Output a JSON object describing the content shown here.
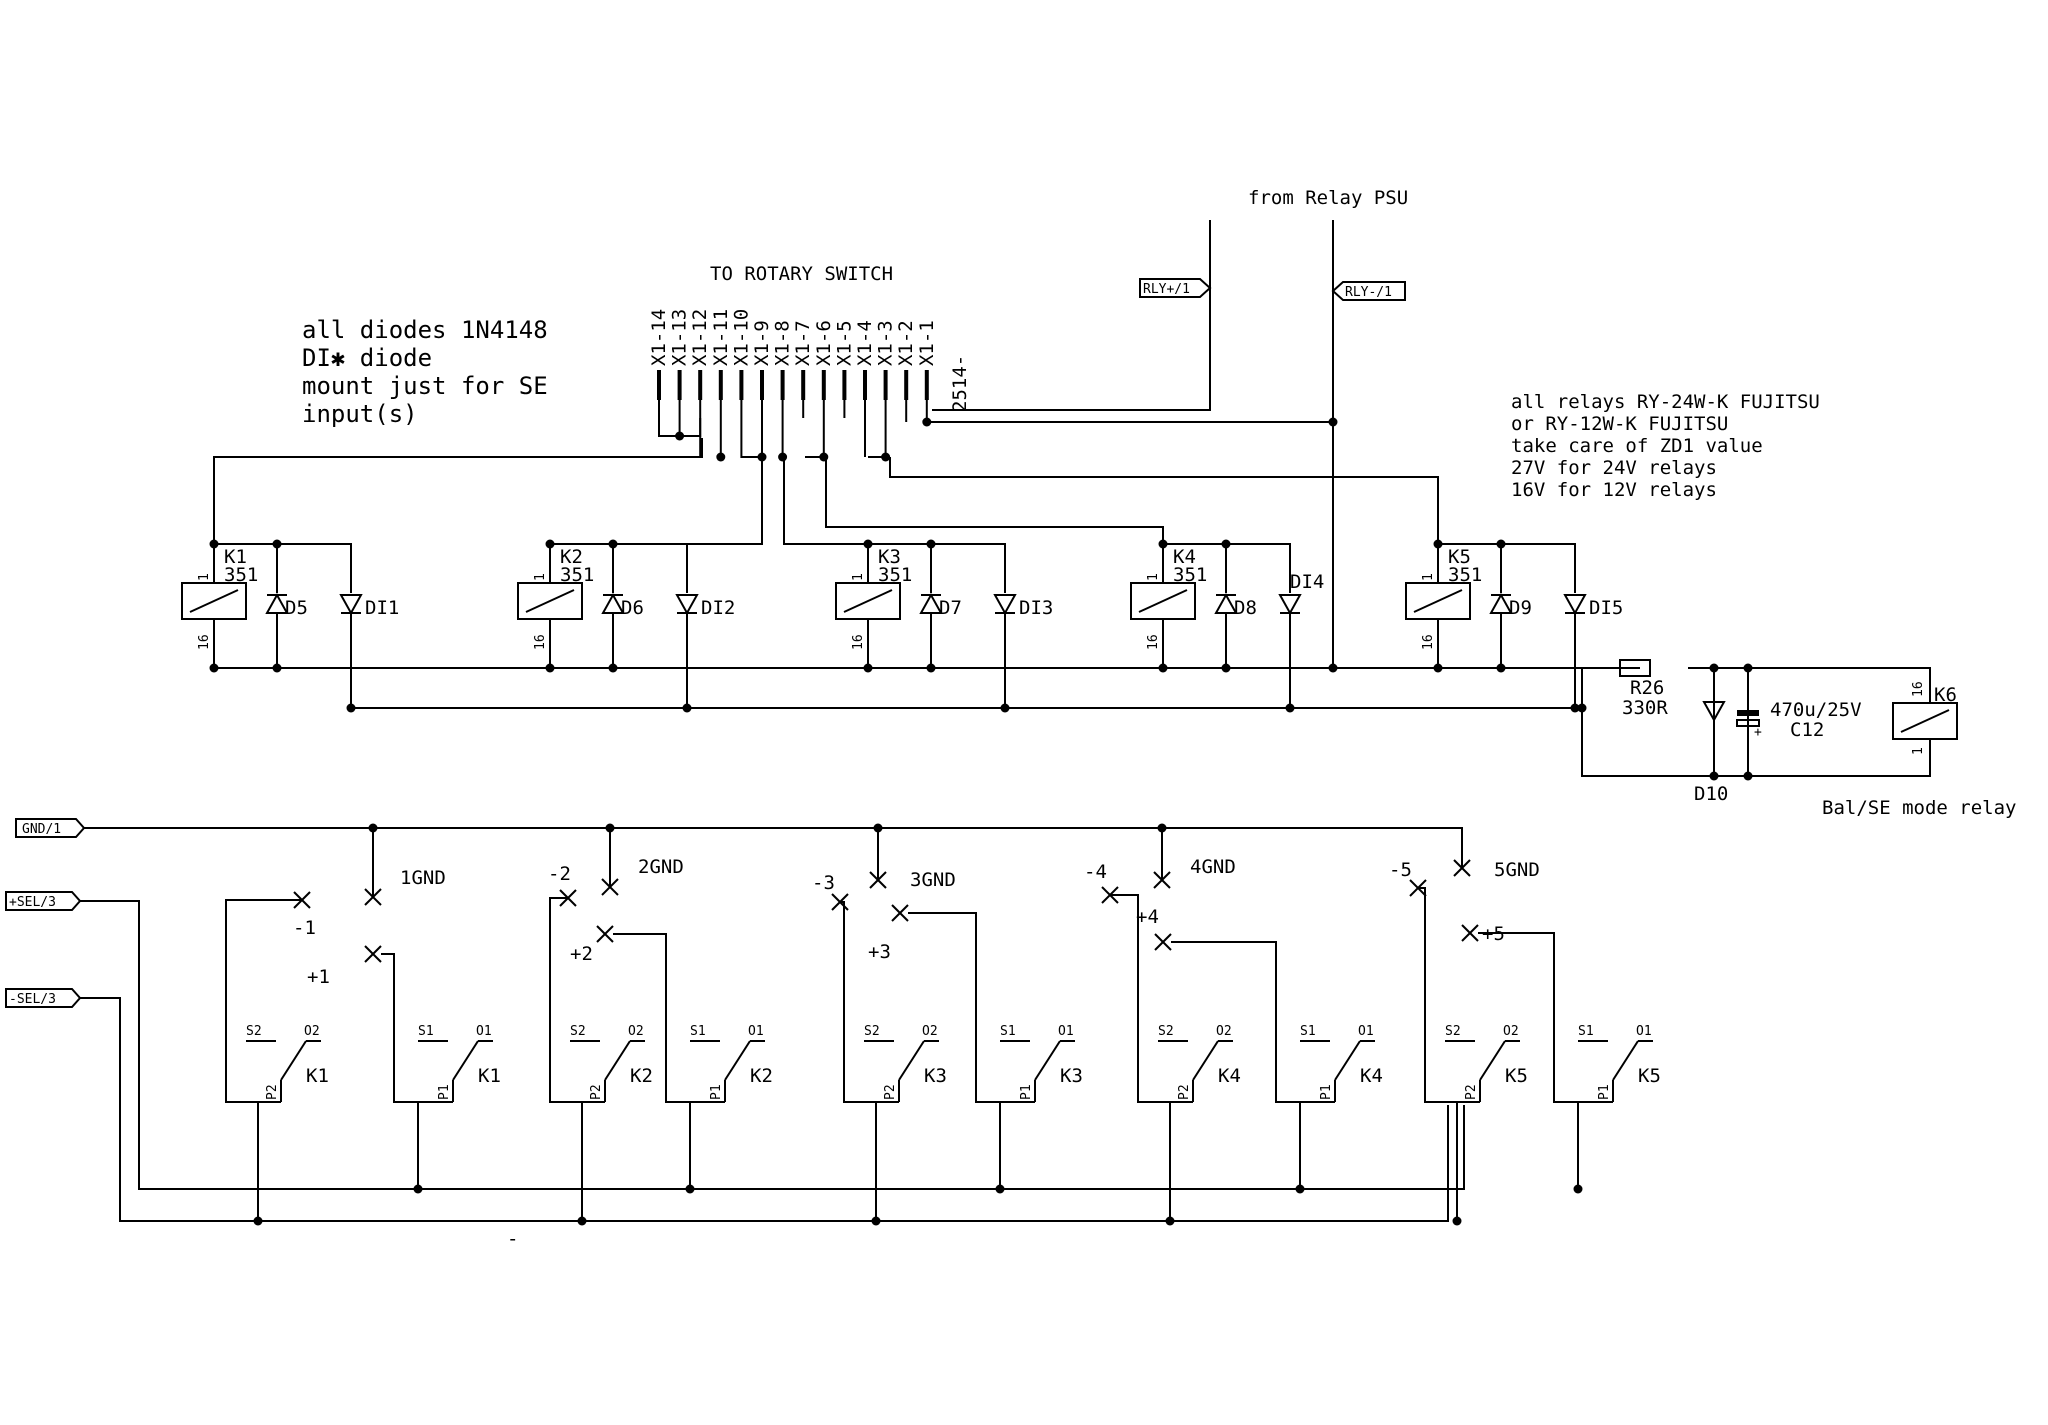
{
  "notes": {
    "diodes": [
      "all diodes 1N4148",
      "DI✱ diode",
      "mount just for SE",
      "input(s)"
    ],
    "relays": [
      "all relays RY-24W-K FUJITSU",
      "or RY-12W-K FUJITSU",
      "take care of ZD1 value",
      "27V for 24V relays",
      "16V for 12V relays"
    ],
    "from_psu": "from Relay PSU",
    "to_rotary": "TO ROTARY SWITCH",
    "mode_relay": "Bal/SE mode relay",
    "stray_dash": "-"
  },
  "connector": {
    "pins": [
      "X1-14",
      "X1-13",
      "X1-12",
      "X1-11",
      "X1-10",
      "X1-9",
      "X1-8",
      "X1-7",
      "X1-6",
      "X1-5",
      "X1-4",
      "X1-3",
      "X1-2",
      "X1-1"
    ],
    "part": "2514-"
  },
  "ports": {
    "rly_plus": "RLY+/1",
    "rly_minus": "RLY-/1",
    "gnd": "GND/1",
    "sel_plus": "+SEL/3",
    "sel_minus": "-SEL/3"
  },
  "relays": [
    {
      "name": "K1",
      "value": "351",
      "pin1": "1",
      "pin16": "16",
      "diode": "D5",
      "di": "DI1"
    },
    {
      "name": "K2",
      "value": "351",
      "pin1": "1",
      "pin16": "16",
      "diode": "D6",
      "di": "DI2"
    },
    {
      "name": "K3",
      "value": "351",
      "pin1": "1",
      "pin16": "16",
      "diode": "D7",
      "di": "DI3"
    },
    {
      "name": "K4",
      "value": "351",
      "pin1": "1",
      "pin16": "16",
      "diode": "D8",
      "di": "DI4"
    },
    {
      "name": "K5",
      "value": "351",
      "pin1": "1",
      "pin16": "16",
      "diode": "D9",
      "di": "DI5"
    }
  ],
  "k6": {
    "name": "K6",
    "pin1": "1",
    "pin16": "16"
  },
  "r26": {
    "name": "R26",
    "value": "330R"
  },
  "c12": {
    "name": "C12",
    "value": "470u/25V",
    "plus": "+"
  },
  "d10": {
    "name": "D10"
  },
  "sections": [
    {
      "gnd": "1GND",
      "minus": "-1",
      "plus": "+1",
      "relay": "K1"
    },
    {
      "gnd": "2GND",
      "minus": "-2",
      "plus": "+2",
      "relay": "K2"
    },
    {
      "gnd": "3GND",
      "minus": "-3",
      "plus": "+3",
      "relay": "K3"
    },
    {
      "gnd": "4GND",
      "minus": "-4",
      "plus": "+4",
      "relay": "K4"
    },
    {
      "gnd": "5GND",
      "minus": "-5",
      "plus": "+5",
      "relay": "K5"
    }
  ],
  "contacts": {
    "s1": "S1",
    "s2": "S2",
    "o1": "O1",
    "o2": "O2",
    "p1": "P1",
    "p2": "P2"
  }
}
